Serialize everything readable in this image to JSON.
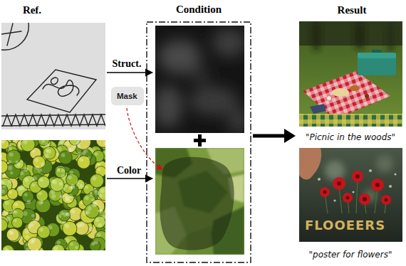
{
  "diagram": {
    "nodes": [
      {
        "text": [
          "Condition"
        ]
      },
      {
        "text": [
          "Mask"
        ]
      }
    ],
    "labels": [
      "Ref.",
      "Result",
      "Struct.",
      "Color",
      "FLOOEERS",
      "\"Picnic in the woods\"",
      "\"poster for flowers\""
    ]
  }
}
